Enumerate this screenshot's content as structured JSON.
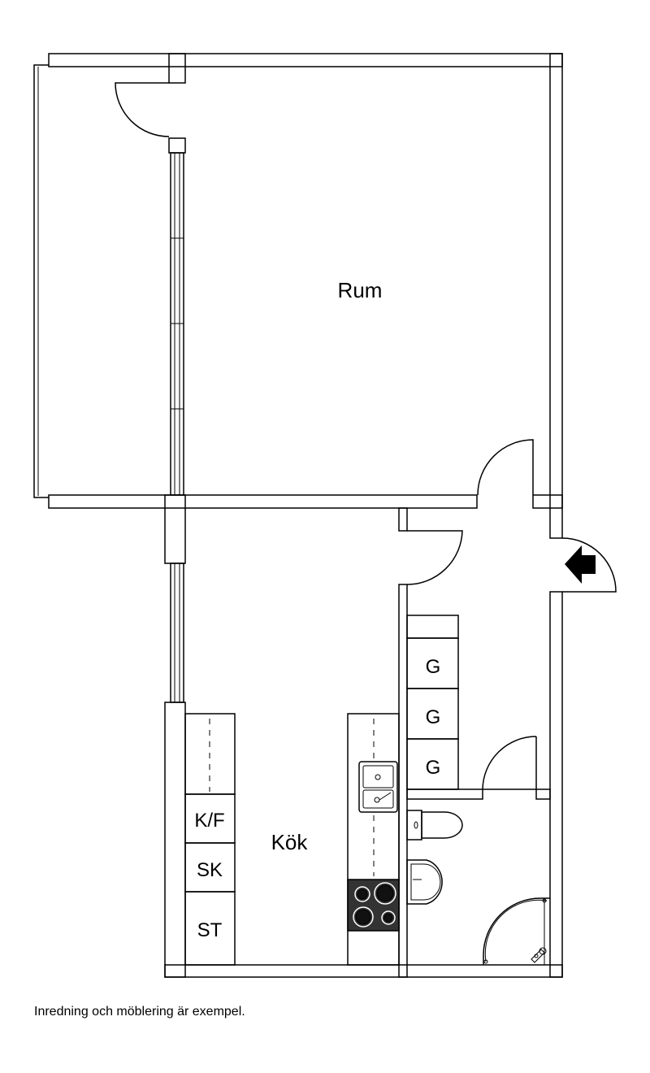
{
  "rooms": {
    "living": "Rum",
    "kitchen": "Kök"
  },
  "kitchen_units": {
    "fridge_freezer": "K/F",
    "cabinet": "SK",
    "cupboard": "ST"
  },
  "wardrobes": [
    "G",
    "G",
    "G"
  ],
  "entrance_icon": "entrance-arrow-icon",
  "caption": "Inredning och möblering är exempel.",
  "colors": {
    "wall": "#b3b3b3",
    "line": "#000000",
    "stove": "#333333"
  }
}
